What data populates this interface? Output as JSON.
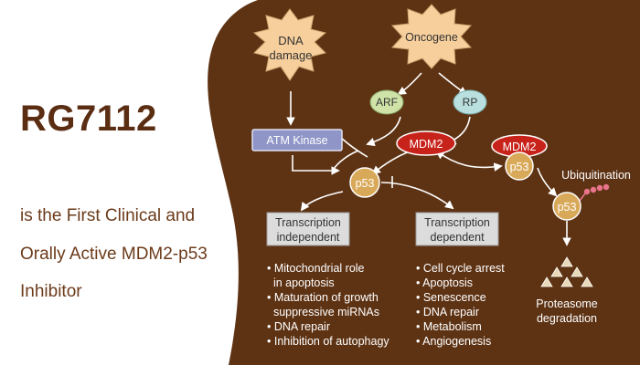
{
  "title": "RG7112",
  "subtitle_lines": [
    "is the First Clinical and",
    "Orally Active MDM2-p53",
    "Inhibitor"
  ],
  "nodes": {
    "dna_damage": [
      "DNA",
      "damage"
    ],
    "oncogene": "Oncogene",
    "arf": "ARF",
    "rp": "RP",
    "atm_kinase": "ATM Kinase",
    "mdm2": "MDM2",
    "p53": "p53",
    "ubiquitination": "Ubiquitination",
    "proteasome": [
      "Proteasome",
      "degradation"
    ]
  },
  "boxes": {
    "independent": [
      "Transcription",
      "independent"
    ],
    "dependent": [
      "Transcription",
      "dependent"
    ]
  },
  "independent_items": [
    "• Mitochondrial role",
    "  in apoptosis",
    "• Maturation of growth",
    "  suppressive miRNAs",
    "• DNA repair",
    "• Inhibition of autophagy"
  ],
  "dependent_items": [
    "• Cell cycle arrest",
    "• Apoptosis",
    "• Senescence",
    "• DNA repair",
    "• Metabolism",
    "• Angiogenesis"
  ],
  "colors": {
    "brown": "#5e3314",
    "title": "#5b2d12",
    "burst": "#f7cf9c",
    "arf": "#cfe3a8",
    "rp": "#b9e0df",
    "mdm2": "#c8231b",
    "p53": "#d9a95a",
    "atm": "#8f95c7",
    "box": "#dcdcdc",
    "ub_chain": "#e9748c",
    "proteasome": "#e8d9b8"
  }
}
